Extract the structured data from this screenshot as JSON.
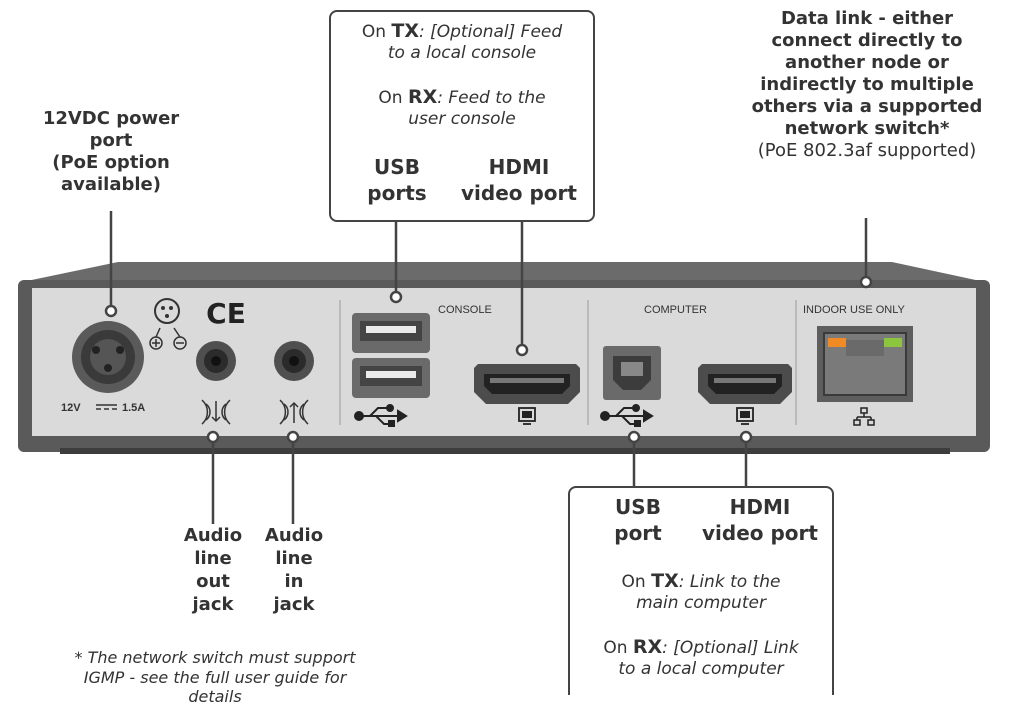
{
  "callouts": {
    "power": {
      "line1": "12VDC power",
      "line2": "port",
      "line3": "(PoE option",
      "line4": "available)"
    },
    "console_note": {
      "tx_prefix": "On",
      "tx_label": "TX",
      "tx_text1": ": [Optional] Feed",
      "tx_text2": "to a local console",
      "rx_prefix": "On",
      "rx_label": "RX",
      "rx_text1": ": Feed to the",
      "rx_text2": "user console",
      "usb_line1": "USB",
      "usb_line2": "ports",
      "hdmi_line1": "HDMI",
      "hdmi_line2": "video port"
    },
    "data_link": {
      "line1": "Data link - either",
      "line2": "connect directly to",
      "line3": "another node or",
      "line4": "indirectly to multiple",
      "line5": "others via a supported",
      "line6": "network switch*",
      "line7": "(PoE 802.3af supported)"
    },
    "audio_out": {
      "line1": "Audio",
      "line2": "line",
      "line3": "out",
      "line4": "jack"
    },
    "audio_in": {
      "line1": "Audio",
      "line2": "line",
      "line3": "in",
      "line4": "jack"
    },
    "footnote": {
      "line1": "* The network switch must support",
      "line2": "IGMP - see the full user guide for details"
    },
    "computer_note": {
      "usb_line1": "USB",
      "usb_line2": "port",
      "hdmi_line1": "HDMI",
      "hdmi_line2": "video port",
      "tx_prefix": "On",
      "tx_label": "TX",
      "tx_text1": ": Link to the",
      "tx_text2": "main computer",
      "rx_prefix": "On",
      "rx_label": "RX",
      "rx_text1": ": [Optional] Link",
      "rx_text2": "to a local computer"
    }
  },
  "panel": {
    "power_rating": "12V",
    "power_rating2": "1.5A",
    "ce_mark": "CE",
    "console_label": "CONSOLE",
    "computer_label": "COMPUTER",
    "indoor_label": "INDOOR USE ONLY",
    "colors": {
      "chassis_top": "#6b6b6b",
      "chassis_face": "#d7d7d7",
      "chassis_edge": "#555555",
      "accent_orange": "#f08a24",
      "accent_green": "#8cc63f"
    }
  }
}
